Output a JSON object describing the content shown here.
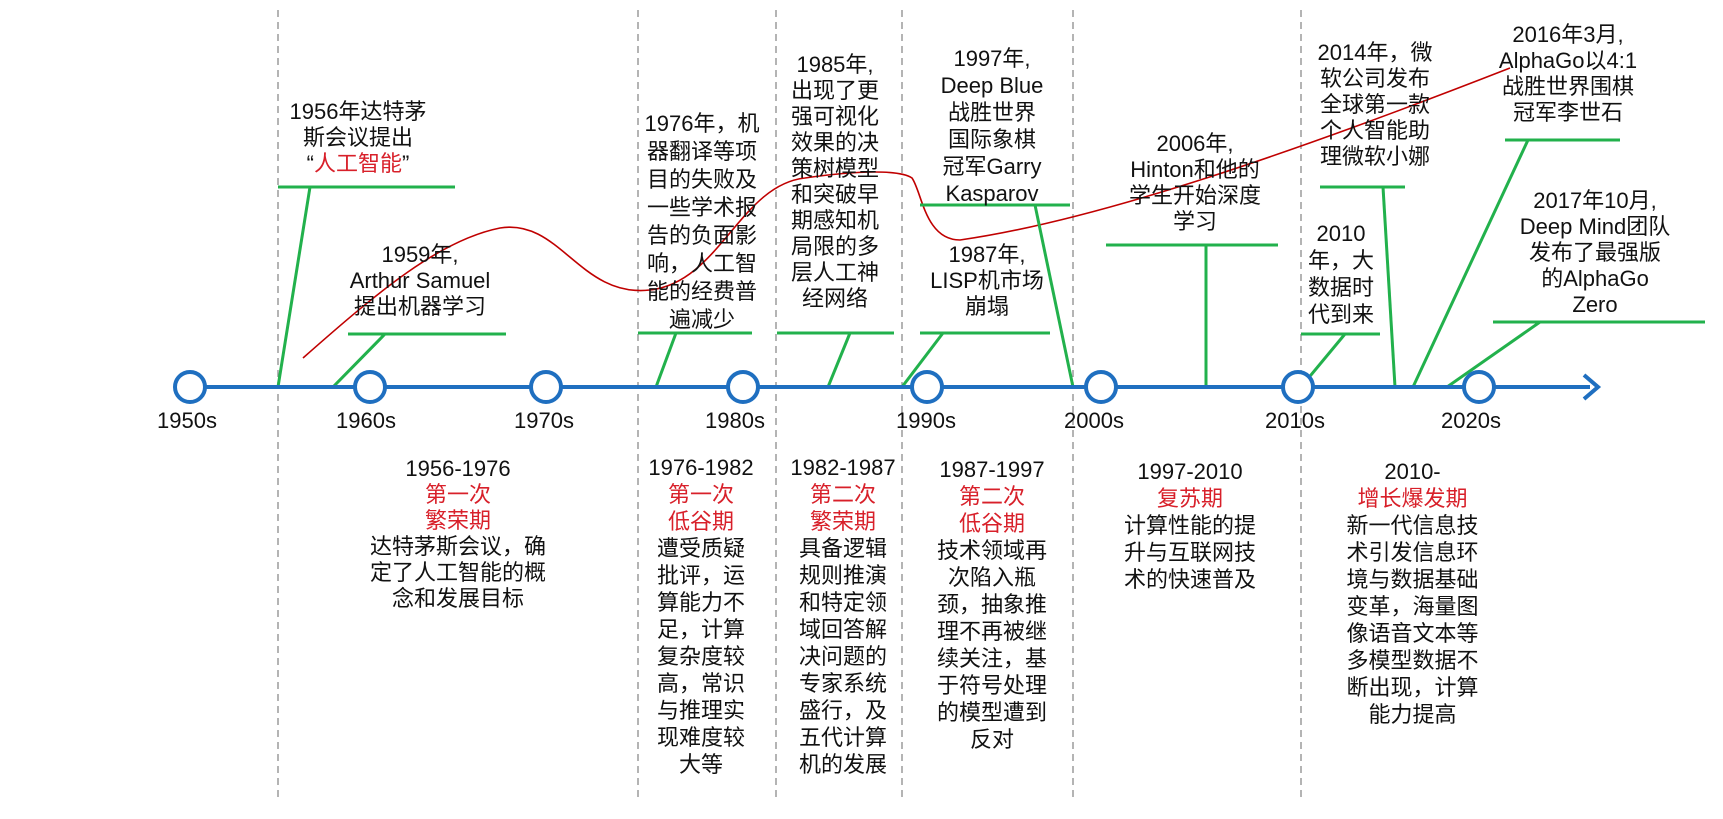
{
  "colors": {
    "axis": "#1f6fc0",
    "green": "#22b14c",
    "red": "#d8202a",
    "curve": "#c00000",
    "divider": "#8c8c8c"
  },
  "axis": {
    "decades": [
      "1950s",
      "1960s",
      "1970s",
      "1980s",
      "1990s",
      "2000s",
      "2010s",
      "2020s"
    ]
  },
  "events": [
    {
      "id": "e1956",
      "lines": [
        "1956年达特茅",
        "斯会议提出"
      ],
      "highlight_prefix": "“",
      "highlight": "人工智能",
      "highlight_suffix": "”"
    },
    {
      "id": "e1959",
      "lines": [
        "1959年,",
        "Arthur Samuel",
        "提出机器学习"
      ]
    },
    {
      "id": "e1976",
      "lines": [
        "1976年，机",
        "器翻译等项",
        "目的失败及",
        "一些学术报",
        "告的负面影",
        "响，人工智",
        "能的经费普",
        "遍减少"
      ]
    },
    {
      "id": "e1985",
      "lines": [
        "1985年,",
        "出现了更",
        "强可视化",
        "效果的决",
        "策树模型",
        "和突破早",
        "期感知机",
        "局限的多",
        "层人工神",
        "经网络"
      ]
    },
    {
      "id": "e1997",
      "lines": [
        "1997年,",
        "Deep Blue",
        "战胜世界",
        "国际象棋",
        "冠军Garry",
        "Kasparov"
      ]
    },
    {
      "id": "e1987",
      "lines": [
        "1987年,",
        "LISP机市场",
        "崩塌"
      ]
    },
    {
      "id": "e2006",
      "lines": [
        "2006年,",
        "Hinton和他的",
        "学生开始深度",
        "学习"
      ]
    },
    {
      "id": "e2014",
      "lines": [
        "2014年，微",
        "软公司发布",
        "全球第一款",
        "个人智能助",
        "理微软小娜"
      ]
    },
    {
      "id": "e2010",
      "lines": [
        "2010",
        "年，大",
        "数据时",
        "代到来"
      ]
    },
    {
      "id": "e2016",
      "lines": [
        "2016年3月,",
        "AlphaGo以4:1",
        "战胜世界围棋",
        "冠军李世石"
      ]
    },
    {
      "id": "e2017",
      "lines": [
        "2017年10月,",
        "Deep Mind团队",
        "发布了最强版",
        "的AlphaGo",
        "Zero"
      ]
    }
  ],
  "periods": [
    {
      "id": "p1",
      "range": "1956-1976",
      "name": [
        "第一次",
        "繁荣期"
      ],
      "desc": [
        "达特茅斯会议，确",
        "定了人工智能的概",
        "念和发展目标"
      ]
    },
    {
      "id": "p2",
      "range": "1976-1982",
      "name": [
        "第一次",
        "低谷期"
      ],
      "desc": [
        "遭受质疑",
        "批评，运",
        "算能力不",
        "足，计算",
        "复杂度较",
        "高，常识",
        "与推理实",
        "现难度较",
        "大等"
      ]
    },
    {
      "id": "p3",
      "range": "1982-1987",
      "name": [
        "第二次",
        "繁荣期"
      ],
      "desc": [
        "具备逻辑",
        "规则推演",
        "和特定领",
        "域回答解",
        "决问题的",
        "专家系统",
        "盛行，及",
        "五代计算",
        "机的发展"
      ]
    },
    {
      "id": "p4",
      "range": "1987-1997",
      "name": [
        "第二次",
        "低谷期"
      ],
      "desc": [
        "技术领域再",
        "次陷入瓶",
        "颈，抽象推",
        "理不再被继",
        "续关注，基",
        "于符号处理",
        "的模型遭到",
        "反对"
      ]
    },
    {
      "id": "p5",
      "range": "1997-2010",
      "name": [
        "复苏期"
      ],
      "desc": [
        "计算性能的提",
        "升与互联网技",
        "术的快速普及"
      ]
    },
    {
      "id": "p6",
      "range": "2010-",
      "name": [
        "增长爆发期"
      ],
      "desc": [
        "新一代信息技",
        "术引发信息环",
        "境与数据基础",
        "变革，海量图",
        "像语音文本等",
        "多模型数据不",
        "断出现，计算",
        "能力提高"
      ]
    }
  ]
}
